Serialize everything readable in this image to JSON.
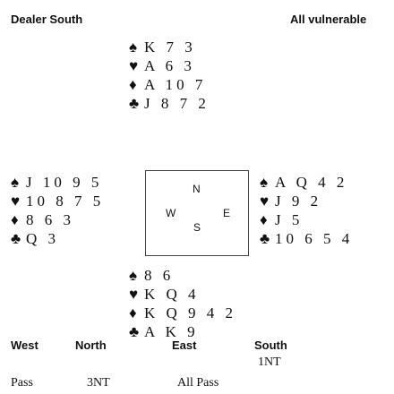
{
  "header": {
    "dealer": "Dealer South",
    "vulnerability": "All vulnerable"
  },
  "suit_symbols": {
    "spades": "♠",
    "hearts": "♥",
    "diamonds": "♦",
    "clubs": "♣"
  },
  "hands": {
    "north": {
      "spades": "K 7 3",
      "hearts": "A 6 3",
      "diamonds": "A 10 7",
      "clubs": "J 8 7 2"
    },
    "west": {
      "spades": "J 10 9 5",
      "hearts": "10 8 7 5",
      "diamonds": "8 6 3",
      "clubs": "Q 3"
    },
    "east": {
      "spades": "A Q 4 2",
      "hearts": "J 9 2",
      "diamonds": "J 5",
      "clubs": "10 6 5 4"
    },
    "south": {
      "spades": "8 6",
      "hearts": "K Q 4",
      "diamonds": "K Q 9 4 2",
      "clubs": "A K 9"
    }
  },
  "compass": {
    "north": "N",
    "west": "W",
    "east": "E",
    "south": "S"
  },
  "auction": {
    "headers": [
      "West",
      "North",
      "East",
      "South"
    ],
    "bids": [
      "1NT",
      "Pass",
      "3NT",
      "All Pass"
    ]
  }
}
